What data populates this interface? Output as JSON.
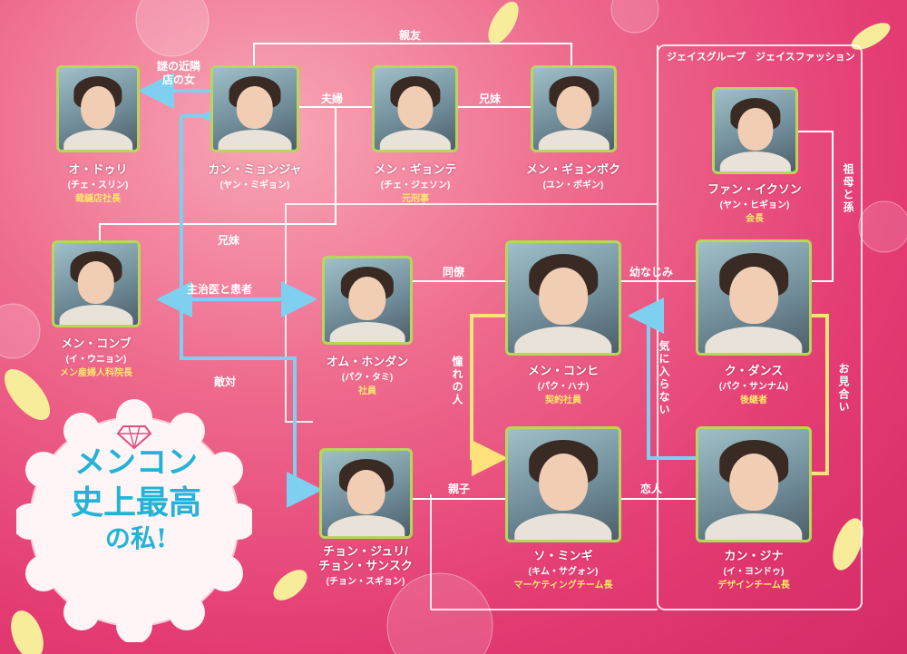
{
  "colors": {
    "bg_accent": "#e43b73",
    "link_white": "#ffffff",
    "link_blue": "#7fd0f0",
    "link_yellow": "#ffe27a",
    "photo_border": "#b8d65a",
    "role_text": "#ffe86a",
    "logo": "#24b3d6"
  },
  "group_label": "ジェイスグループ　ジェイスファッション",
  "logo": {
    "line1": "メンコン",
    "line2": "史上最高",
    "line3": "の私!",
    "icon": "diamond-icon"
  },
  "characters": [
    {
      "id": "dori",
      "name": "オ・ドゥリ",
      "actor": "(チェ・スリン)",
      "role": "裁縫店社長"
    },
    {
      "id": "myeongja",
      "name": "カン・ミョンジャ",
      "actor": "(ヤン・ミギョン)",
      "role": ""
    },
    {
      "id": "gyeongtae",
      "name": "メン・ギョンテ",
      "actor": "(チェ・ジェソン)",
      "role": "元刑事"
    },
    {
      "id": "gyeongbok",
      "name": "メン・ギョンボク",
      "actor": "(ユン・ボギン)",
      "role": ""
    },
    {
      "id": "iksun",
      "name": "ファン・イクソン",
      "actor": "(ヤン・ヒギョン)",
      "role": "会長"
    },
    {
      "id": "konbu",
      "name": "メン・コンブ",
      "actor": "(イ・ウニョン)",
      "role": "メン産婦人科院長"
    },
    {
      "id": "hongdan",
      "name": "オム・ホンダン",
      "actor": "(パク・タミ)",
      "role": "社員"
    },
    {
      "id": "konhi",
      "name": "メン・コンヒ",
      "actor": "(パク・ハナ)",
      "role": "契約社員"
    },
    {
      "id": "dansu",
      "name": "ク・ダンス",
      "actor": "(パク・サンナム)",
      "role": "後継者"
    },
    {
      "id": "juri",
      "name": "チョン・ジュリ/\nチョン・サンスク",
      "actor": "(チョン・スギョン)",
      "role": ""
    },
    {
      "id": "mingi",
      "name": "ソ・ミンギ",
      "actor": "(キム・サグォン)",
      "role": "マーケティングチーム長"
    },
    {
      "id": "jina",
      "name": "カン・ジナ",
      "actor": "(イ・ヨンドゥ)",
      "role": "デザインチーム長"
    }
  ],
  "relations": {
    "shinyu": "親友",
    "neighbor": "謎の近隣\n店の女",
    "fufu": "夫婦",
    "kyodai1": "兄妹",
    "kyodai2": "兄妹",
    "soba": "祖母と孫",
    "shujii": "主治医と患者",
    "doryo": "同僚",
    "osananajimi": "幼なじみ",
    "tekitai": "敵対",
    "akogare": "憧れの人",
    "kinihairanai": "気に入らない",
    "omiai": "お見合い",
    "oyako": "親子",
    "koibito": "恋人"
  }
}
